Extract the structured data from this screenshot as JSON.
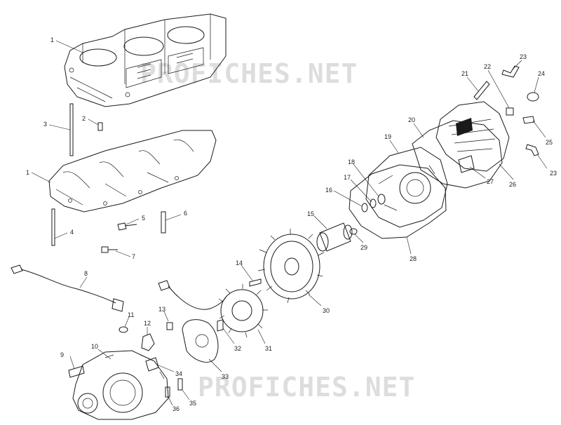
{
  "watermark": "PROFICHES.NET",
  "callouts": [
    {
      "id": "1a",
      "text": "1"
    },
    {
      "id": "1b",
      "text": "1"
    },
    {
      "id": "2",
      "text": "2"
    },
    {
      "id": "3",
      "text": "3"
    },
    {
      "id": "4",
      "text": "4"
    },
    {
      "id": "5",
      "text": "5"
    },
    {
      "id": "6",
      "text": "6"
    },
    {
      "id": "7",
      "text": "7"
    },
    {
      "id": "8",
      "text": "8"
    },
    {
      "id": "9",
      "text": "9"
    },
    {
      "id": "10",
      "text": "10"
    },
    {
      "id": "11",
      "text": "11"
    },
    {
      "id": "12",
      "text": "12"
    },
    {
      "id": "13",
      "text": "13"
    },
    {
      "id": "14",
      "text": "14"
    },
    {
      "id": "15",
      "text": "15"
    },
    {
      "id": "16",
      "text": "16"
    },
    {
      "id": "17",
      "text": "17"
    },
    {
      "id": "18",
      "text": "18"
    },
    {
      "id": "19",
      "text": "19"
    },
    {
      "id": "20",
      "text": "20"
    },
    {
      "id": "21",
      "text": "21"
    },
    {
      "id": "22",
      "text": "22"
    },
    {
      "id": "23a",
      "text": "23"
    },
    {
      "id": "23b",
      "text": "23"
    },
    {
      "id": "24",
      "text": "24"
    },
    {
      "id": "25",
      "text": "25"
    },
    {
      "id": "26",
      "text": "26"
    },
    {
      "id": "27",
      "text": "27"
    },
    {
      "id": "28",
      "text": "28"
    },
    {
      "id": "29",
      "text": "29"
    },
    {
      "id": "30",
      "text": "30"
    },
    {
      "id": "31",
      "text": "31"
    },
    {
      "id": "32",
      "text": "32"
    },
    {
      "id": "33",
      "text": "33"
    },
    {
      "id": "34",
      "text": "34"
    },
    {
      "id": "35",
      "text": "35"
    },
    {
      "id": "36",
      "text": "36"
    }
  ]
}
